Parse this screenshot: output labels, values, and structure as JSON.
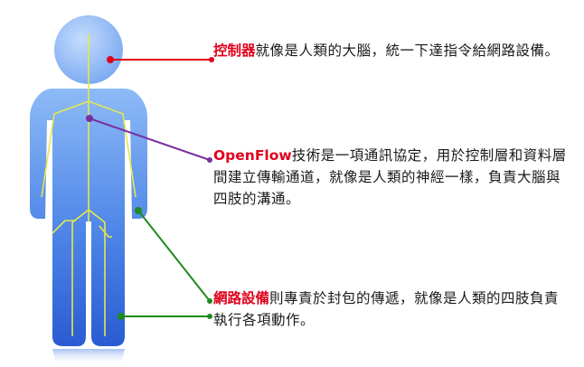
{
  "annotations": {
    "controller": {
      "highlight": "控制器",
      "text": "就像是人類的大腦，統一下達指令給網路設備。"
    },
    "openflow": {
      "highlight": "OpenFlow",
      "text": "技術是一項通訊協定，用於控制層和資料層間建立傳輸通道，就像是人類的神經一樣，負責大腦與四肢的溝通。"
    },
    "network": {
      "highlight": "網路設備",
      "text": "則專責於封包的傳遞，就像是人類的四肢負責執行各項動作。"
    }
  },
  "colors": {
    "highlight_text": "#e0001b",
    "controller_line": "#e0001b",
    "openflow_line": "#7a2fa0",
    "network_line": "#1f8a1f",
    "figure_light": "#7fb0f5",
    "figure_dark": "#2f62d6",
    "nerve": "#e6e84a"
  }
}
